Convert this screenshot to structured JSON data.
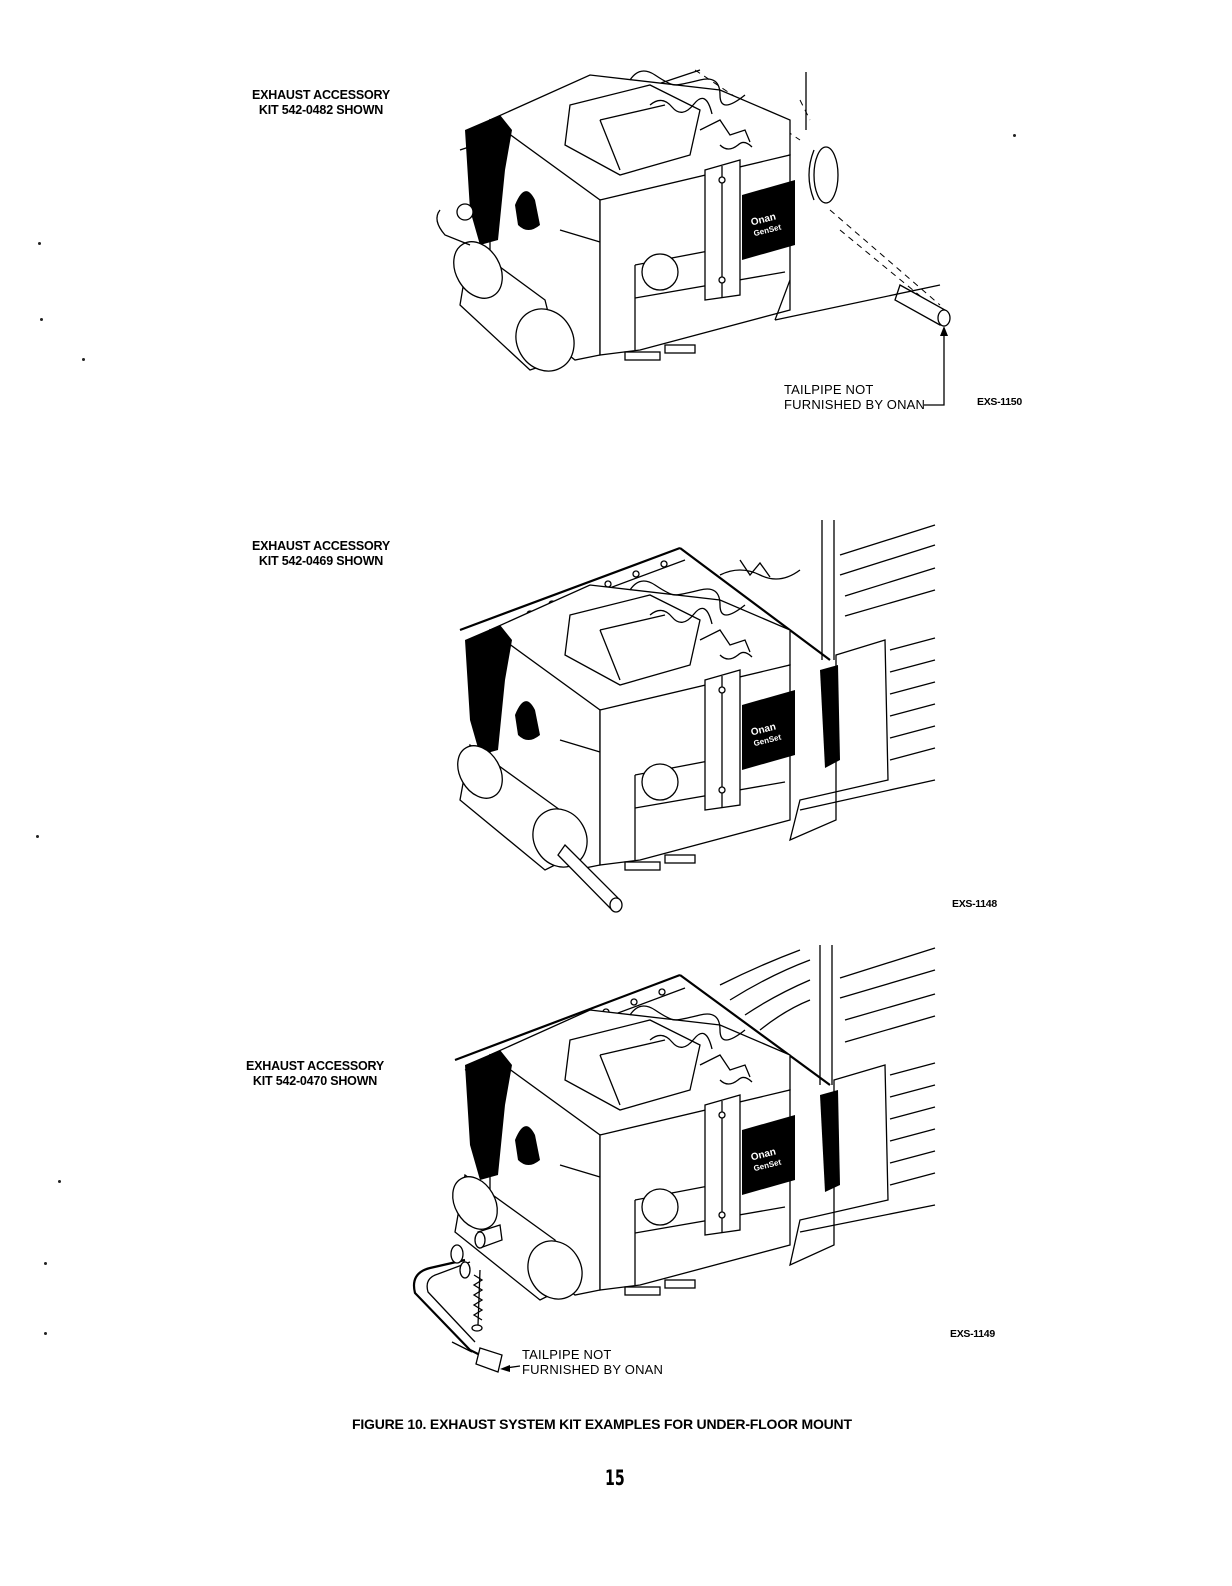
{
  "figures": [
    {
      "kit_label": [
        "EXHAUST ACCESSORY",
        "KIT 542-0482 SHOWN"
      ],
      "callout": [
        "TAILPIPE NOT",
        "FURNISHED BY ONAN"
      ],
      "drawing_code": "EXS-1150",
      "logo_text": [
        "Onan",
        "GenSet"
      ]
    },
    {
      "kit_label": [
        "EXHAUST ACCESSORY",
        "KIT 542-0469 SHOWN"
      ],
      "drawing_code": "EXS-1148",
      "logo_text": [
        "Onan",
        "GenSet"
      ]
    },
    {
      "kit_label": [
        "EXHAUST ACCESSORY",
        "KIT 542-0470 SHOWN"
      ],
      "callout": [
        "TAILPIPE NOT",
        "FURNISHED BY ONAN"
      ],
      "drawing_code": "EXS-1149",
      "logo_text": [
        "Onan",
        "GenSet"
      ]
    }
  ],
  "caption": "FIGURE 10. EXHAUST SYSTEM KIT EXAMPLES FOR UNDER-FLOOR MOUNT",
  "page_number": "15"
}
